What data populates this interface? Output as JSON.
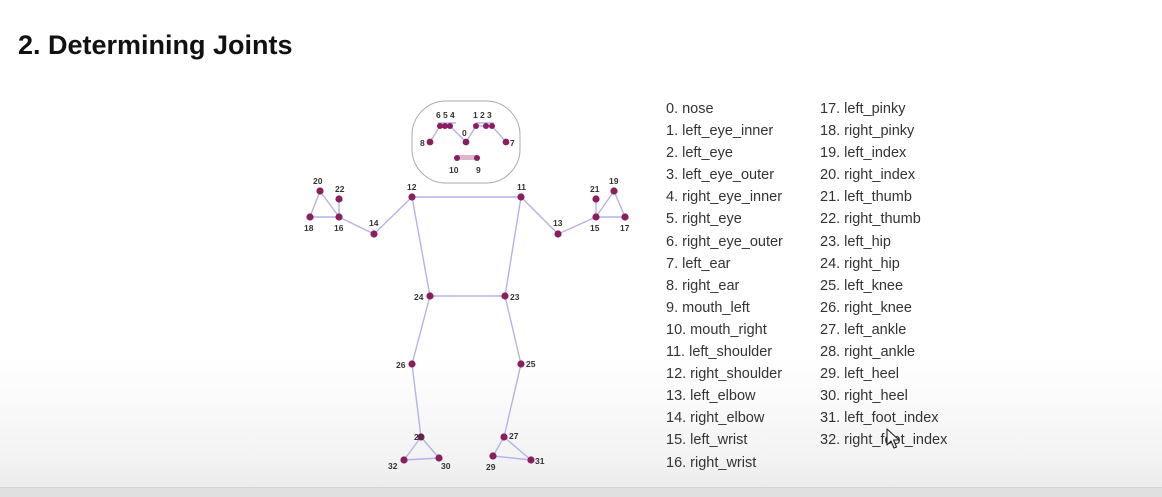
{
  "title": "2. Determining Joints",
  "landmarks": [
    "0. nose",
    "1. left_eye_inner",
    "2. left_eye",
    "3. left_eye_outer",
    "4. right_eye_inner",
    "5. right_eye",
    "6. right_eye_outer",
    "7. left_ear",
    "8. right_ear",
    "9. mouth_left",
    "10. mouth_right",
    "11. left_shoulder",
    "12. right_shoulder",
    "13. left_elbow",
    "14. right_elbow",
    "15. left_wrist",
    "16. right_wrist",
    "17. left_pinky",
    "18. right_pinky",
    "19. left_index",
    "20. right_index",
    "21. left_thumb",
    "22. right_thumb",
    "23. left_hip",
    "24. right_hip",
    "25. left_knee",
    "26. right_knee",
    "27. left_ankle",
    "28. right_ankle",
    "29. left_heel",
    "30. right_heel",
    "31. left_foot_index",
    "32. right_foot_index"
  ],
  "diagram": {
    "joint_color": "#8a1f5e",
    "bone_color": "#b3b3ec",
    "labels": {
      "j0": "0",
      "j1": "1",
      "j2": "2",
      "j3": "3",
      "j4": "4",
      "j5": "5",
      "j6": "6",
      "j7": "7",
      "j8": "8",
      "j9": "9",
      "j10": "10",
      "j11": "11",
      "j12": "12",
      "j13": "13",
      "j14": "14",
      "j15": "15",
      "j16": "16",
      "j17": "17",
      "j18": "18",
      "j19": "19",
      "j20": "20",
      "j21": "21",
      "j22": "22",
      "j23": "23",
      "j24": "24",
      "j25": "25",
      "j26": "26",
      "j27": "27",
      "j28": "28",
      "j29": "29",
      "j30": "30",
      "j31": "31",
      "j32": "32"
    }
  }
}
